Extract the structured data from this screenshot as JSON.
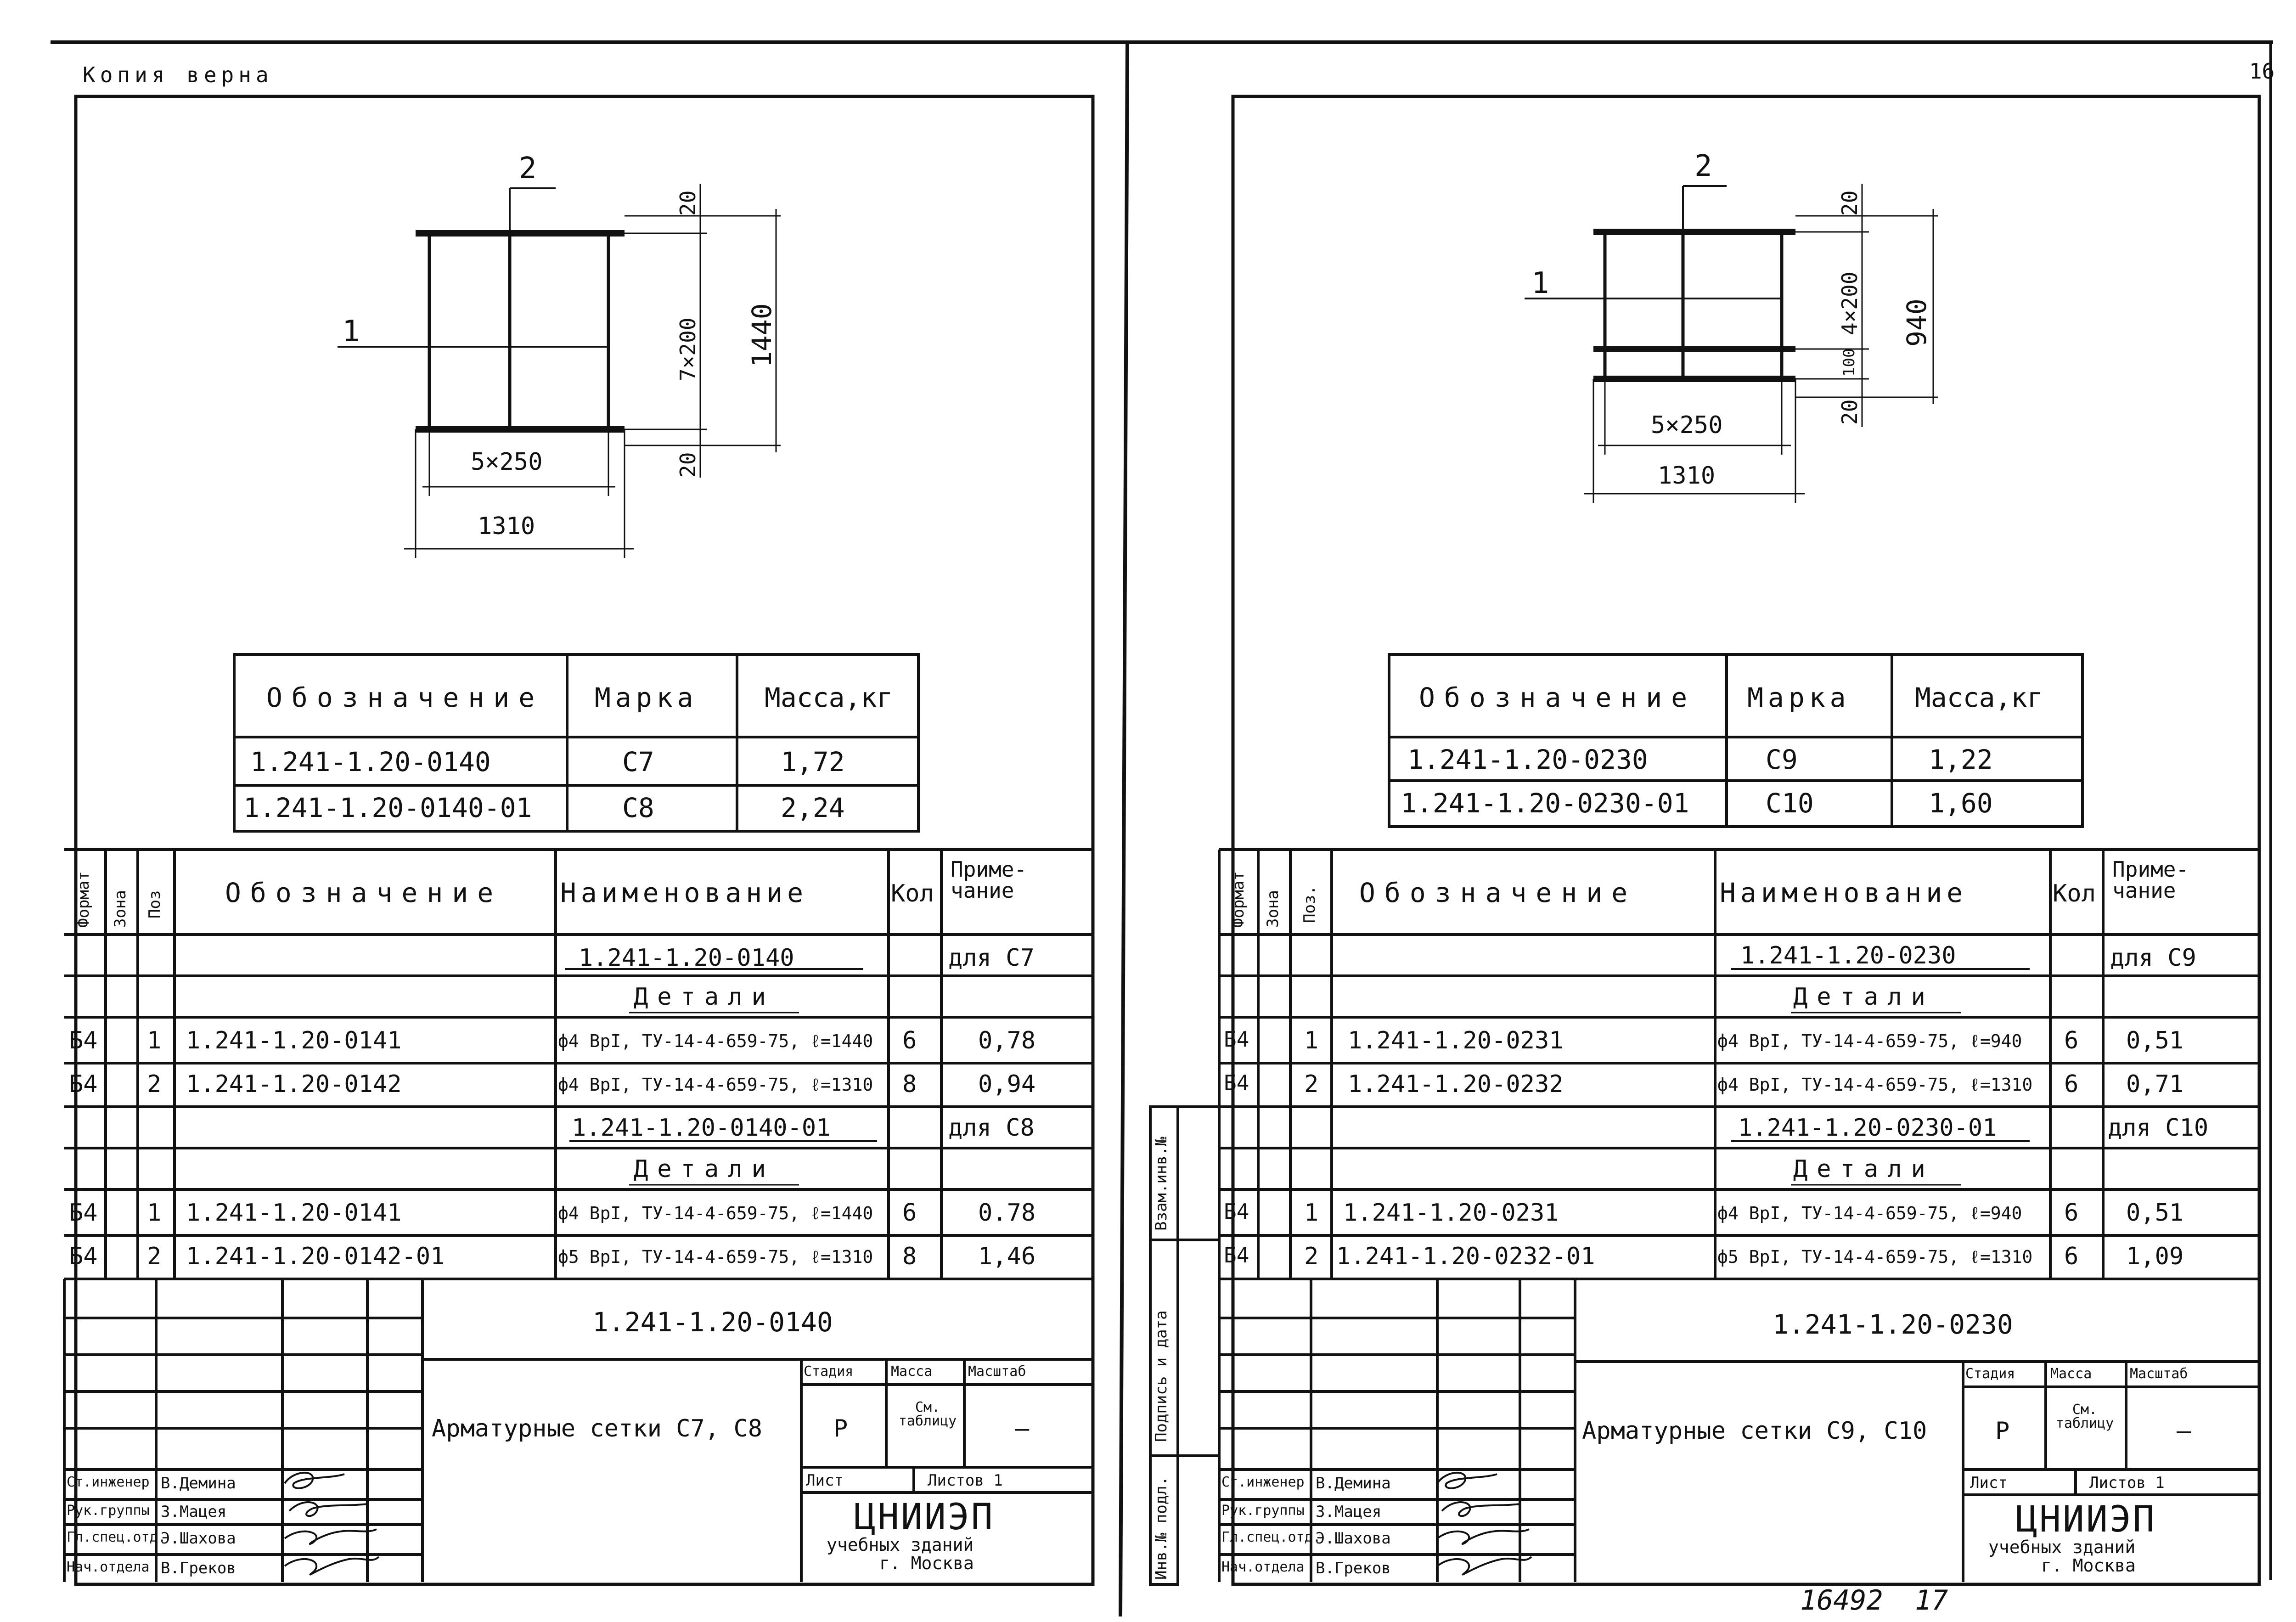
{
  "header": {
    "stamp_text": "Копия верна",
    "sheet_number": "16"
  },
  "sheets": [
    {
      "drawing": {
        "dim_top": "20",
        "dim_middle": "7×200",
        "dim_overall": "1440",
        "dim_bottom": "20",
        "dim_inner_width": "5×250",
        "dim_outer_width": "1310",
        "label_1": "1",
        "label_2": "2"
      },
      "mark_table": {
        "headers": [
          "Обозначение",
          "Марка",
          "Масса,кг"
        ],
        "rows": [
          [
            "1.241-1.20-0140",
            "С7",
            "1,72"
          ],
          [
            "1.241-1.20-0140-01",
            "С8",
            "2,24"
          ]
        ]
      },
      "spec_table": {
        "headers": {
          "format": "Формат",
          "zone": "Зона",
          "pos": "Поз",
          "designation": "Обозначение",
          "name": "Наименование",
          "qty": "Кол",
          "note": "Приме-чание"
        },
        "rows": [
          {
            "format": "",
            "pos": "",
            "designation": "",
            "name": "1.241-1.20-0140",
            "qty": "",
            "note": "для С7"
          },
          {
            "format": "",
            "pos": "",
            "designation": "",
            "name": "Детали",
            "qty": "",
            "note": ""
          },
          {
            "format": "Б4",
            "pos": "1",
            "designation": "1.241-1.20-0141",
            "name": "ф4 ВрI, ТУ-14-4-659-75, ℓ=1440",
            "qty": "6",
            "note": "0,78"
          },
          {
            "format": "Б4",
            "pos": "2",
            "designation": "1.241-1.20-0142",
            "name": "ф4 ВрI, ТУ-14-4-659-75, ℓ=1310",
            "qty": "8",
            "note": "0,94"
          },
          {
            "format": "",
            "pos": "",
            "designation": "",
            "name": "1.241-1.20-0140-01",
            "qty": "",
            "note": "для С8"
          },
          {
            "format": "",
            "pos": "",
            "designation": "",
            "name": "Детали",
            "qty": "",
            "note": ""
          },
          {
            "format": "Б4",
            "pos": "1",
            "designation": "1.241-1.20-0141",
            "name": "ф4 ВрI, ТУ-14-4-659-75, ℓ=1440",
            "qty": "6",
            "note": "0.78"
          },
          {
            "format": "Б4",
            "pos": "2",
            "designation": "1.241-1.20-0142-01",
            "name": "ф5 ВрI, ТУ-14-4-659-75, ℓ=1310",
            "qty": "8",
            "note": "1,46"
          }
        ]
      },
      "title_block": {
        "code": "1.241-1.20-0140",
        "title": "Арматурные сетки С7, С8",
        "stage_label": "Стадия",
        "mass_label": "Масса",
        "scale_label": "Масштаб",
        "stage": "Р",
        "mass": "См. таблицу",
        "scale": "—",
        "sheet_label": "Лист",
        "sheets_label": "Листов 1",
        "org_name": "ЦНИИЭП",
        "org_sub": "учебных зданий",
        "org_city": "г. Москва",
        "staff": [
          {
            "role": "Ст.инженер",
            "name": "В.Демина"
          },
          {
            "role": "Рук.группы",
            "name": "З.Мацея"
          },
          {
            "role": "Гл.спец.отд.",
            "name": "Э.Шахова"
          },
          {
            "role": "Нач.отдела",
            "name": "В.Греков"
          }
        ]
      }
    },
    {
      "drawing": {
        "dim_top": "20",
        "dim_middle": "4×200",
        "dim_small": "100",
        "dim_overall": "940",
        "dim_bottom": "20",
        "dim_inner_width": "5×250",
        "dim_outer_width": "1310",
        "label_1": "1",
        "label_2": "2"
      },
      "mark_table": {
        "headers": [
          "Обозначение",
          "Марка",
          "Масса,кг"
        ],
        "rows": [
          [
            "1.241-1.20-0230",
            "С9",
            "1,22"
          ],
          [
            "1.241-1.20-0230-01",
            "С10",
            "1,60"
          ]
        ]
      },
      "spec_table": {
        "headers": {
          "format": "Формат",
          "zone": "Зона",
          "pos": "Поз.",
          "designation": "Обозначение",
          "name": "Наименование",
          "qty": "Кол",
          "note": "Приме-чание"
        },
        "rows": [
          {
            "format": "",
            "pos": "",
            "designation": "",
            "name": "1.241-1.20-0230",
            "qty": "",
            "note": "для С9"
          },
          {
            "format": "",
            "pos": "",
            "designation": "",
            "name": "Детали",
            "qty": "",
            "note": ""
          },
          {
            "format": "Б4",
            "pos": "1",
            "designation": "1.241-1.20-0231",
            "name": "ф4 ВрI, ТУ-14-4-659-75, ℓ=940",
            "qty": "6",
            "note": "0,51"
          },
          {
            "format": "Б4",
            "pos": "2",
            "designation": "1.241-1.20-0232",
            "name": "ф4 ВрI, ТУ-14-4-659-75, ℓ=1310",
            "qty": "6",
            "note": "0,71"
          },
          {
            "format": "",
            "pos": "",
            "designation": "",
            "name": "1.241-1.20-0230-01",
            "qty": "",
            "note": "для С10"
          },
          {
            "format": "",
            "pos": "",
            "designation": "",
            "name": "Детали",
            "qty": "",
            "note": ""
          },
          {
            "format": "Б4",
            "pos": "1",
            "designation": "1.241-1.20-0231",
            "name": "ф4 ВрI, ТУ-14-4-659-75, ℓ=940",
            "qty": "6",
            "note": "0,51"
          },
          {
            "format": "Б4",
            "pos": "2",
            "designation": "1.241-1.20-0232-01",
            "name": "ф5 ВрI, ТУ-14-4-659-75, ℓ=1310",
            "qty": "6",
            "note": "1,09"
          }
        ]
      },
      "title_block": {
        "code": "1.241-1.20-0230",
        "title": "Арматурные сетки С9, С10",
        "stage_label": "Стадия",
        "mass_label": "Масса",
        "scale_label": "Масштаб",
        "stage": "Р",
        "mass": "См. таблицу",
        "scale": "—",
        "sheet_label": "Лист",
        "sheets_label": "Листов 1",
        "org_name": "ЦНИИЭП",
        "org_sub": "учебных зданий",
        "org_city": "г. Москва",
        "staff": [
          {
            "role": "Ст.инженер",
            "name": "В.Демина"
          },
          {
            "role": "Рук.группы",
            "name": "З.Мацея"
          },
          {
            "role": "Гл.спец.отд.",
            "name": "Э.Шахова"
          },
          {
            "role": "Нач.отдела",
            "name": "В.Греков"
          }
        ]
      },
      "side_stamp": {
        "inv_original": "Инв.№ подл.",
        "sign_date": "Подпись и дата",
        "inv_replace": "Взам.инв.№"
      }
    }
  ],
  "footer": {
    "archive_number": "16492",
    "page_number": "17"
  }
}
